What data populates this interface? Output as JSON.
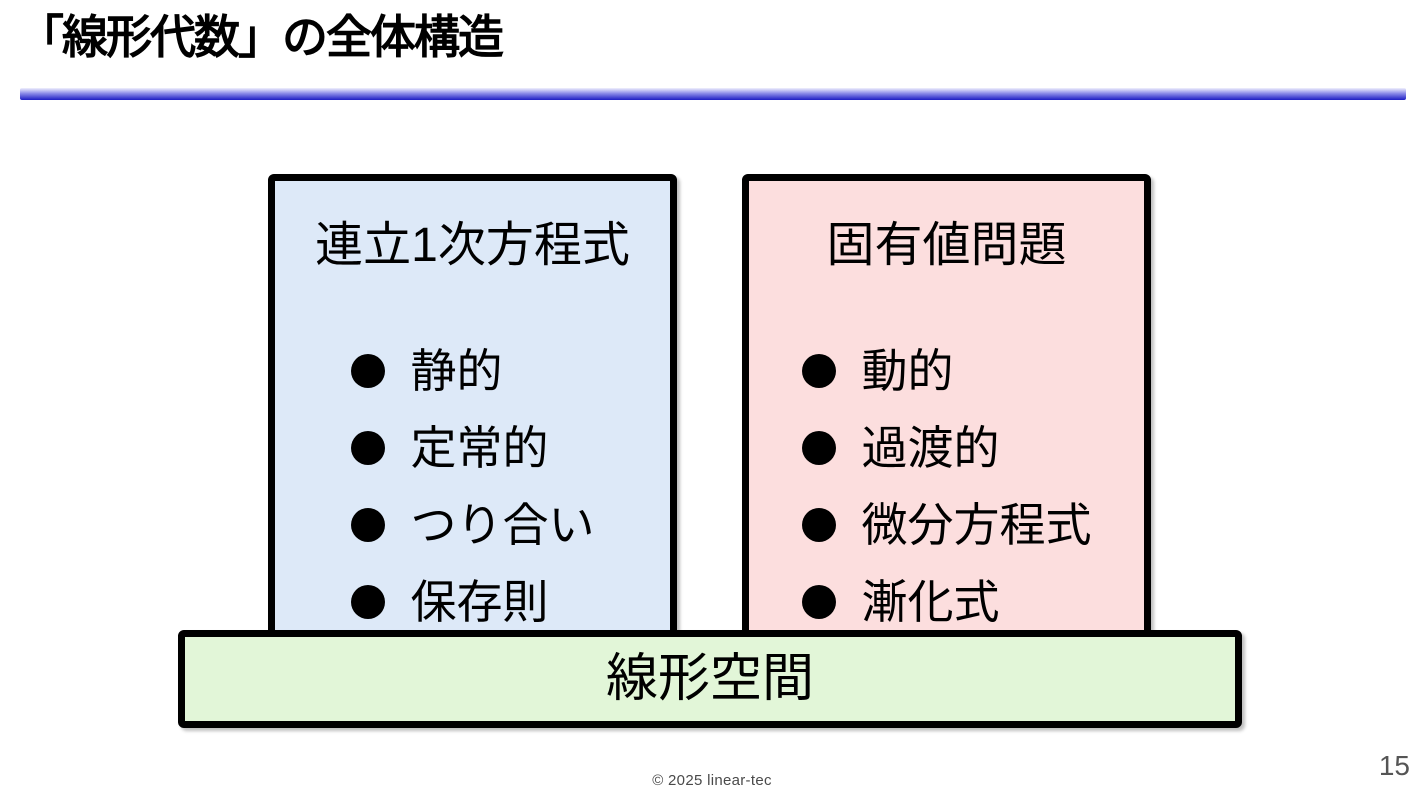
{
  "slide": {
    "title": "「線形代数」の全体構造",
    "page_number": "15",
    "copyright": "© 2025 linear-tec"
  },
  "left_box": {
    "title": "連立1次方程式",
    "items": [
      "静的",
      "定常的",
      "つり合い",
      "保存則"
    ],
    "fill_color": "#dde9f8"
  },
  "right_box": {
    "title": "固有値問題",
    "items": [
      "動的",
      "過渡的",
      "微分方程式",
      "漸化式"
    ],
    "fill_color": "#fcdede"
  },
  "bottom_box": {
    "title": "線形空間",
    "fill_color": "#e2f6d8"
  },
  "icons": {
    "bullet": "●"
  },
  "colors": {
    "underline_gradient": [
      "#f0f0fd",
      "#8b8be8",
      "#1d1dc4"
    ],
    "box_border": "#000000",
    "title_text": "#000000",
    "footer_text": "#4a4a4a",
    "page_number_text": "#555555",
    "background": "#ffffff"
  }
}
